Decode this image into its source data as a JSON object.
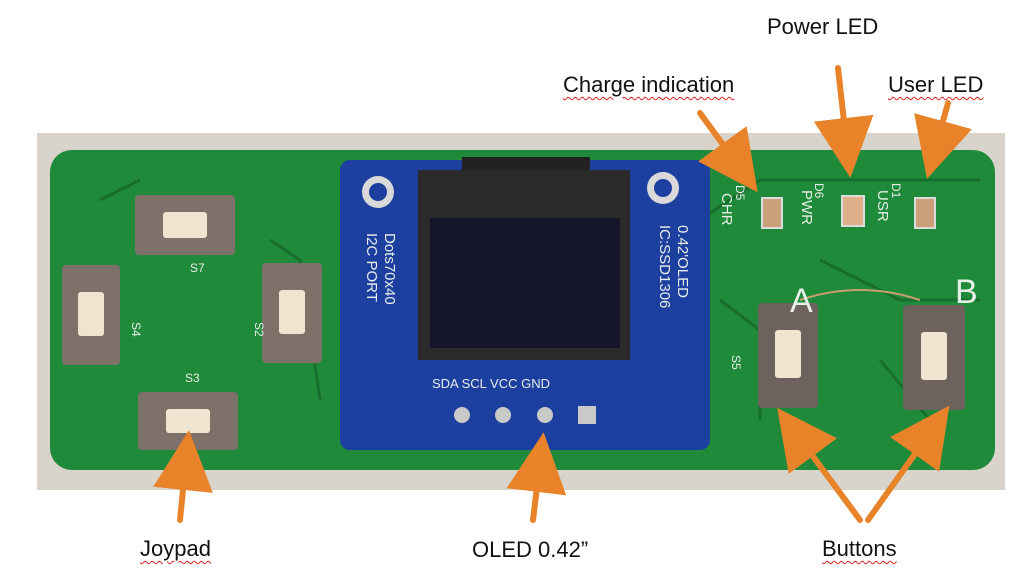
{
  "labels": {
    "power_led": "Power LED",
    "charge_indication": "Charge indication",
    "user_led": "User LED",
    "joypad": "Joypad",
    "oled": "OLED 0.42”",
    "buttons": "Buttons"
  },
  "board": {
    "led_charge_ref": "D5",
    "led_charge_text": "CHR",
    "led_power_ref": "D6",
    "led_power_text": "PWR",
    "led_user_ref": "D1",
    "led_user_text": "USR",
    "button_a": "A",
    "button_b": "B",
    "s7": "S7",
    "s4": "S4",
    "s2": "S2",
    "s3": "S3",
    "s5": "S5",
    "oled_line1": "0.42'OLED",
    "oled_line2": "IC:SSD1306",
    "oled_line3": "Dots70x40",
    "oled_line4": "I2C PORT",
    "pin_labels": "SDA SCL VCC GND"
  },
  "colors": {
    "pcb": "#1f8a3a",
    "pcb_dark": "#176e2d",
    "oled_board": "#1d3fa0",
    "arrow": "#e8832a",
    "silk": "#e8efe8"
  }
}
